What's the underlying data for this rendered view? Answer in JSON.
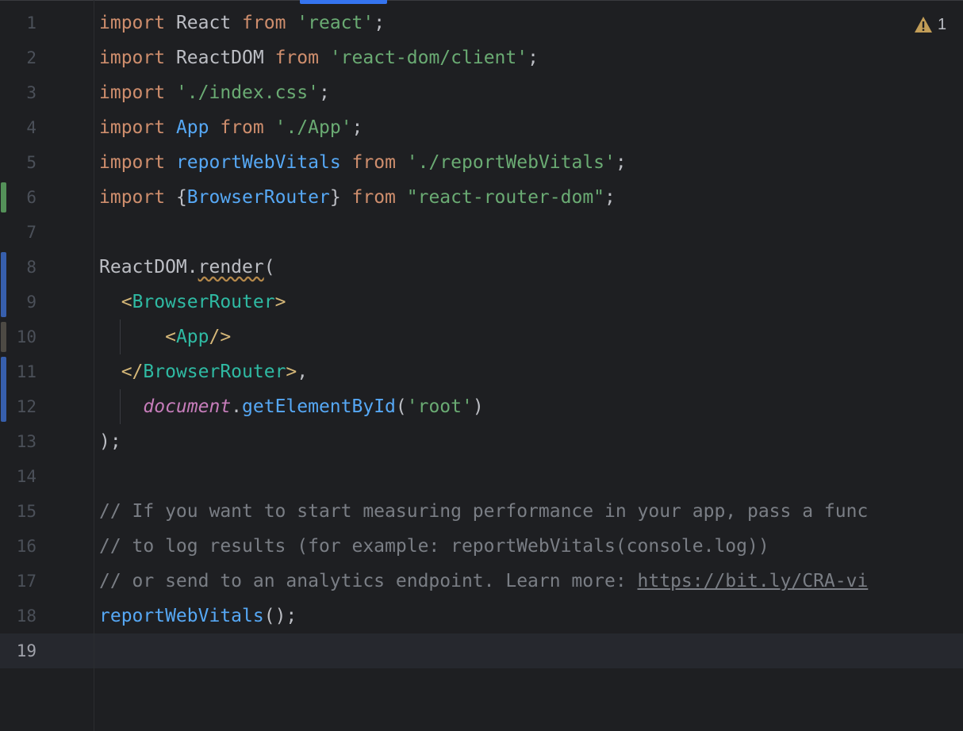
{
  "editor": {
    "warning_count": "1",
    "current_line": "19",
    "accent_color": "#3574f0"
  },
  "lines": [
    {
      "n": "1",
      "segments": [
        [
          "kw",
          "import"
        ],
        [
          "p",
          " React "
        ],
        [
          "kw",
          "from"
        ],
        [
          "p",
          " "
        ],
        [
          "str",
          "'react'"
        ],
        [
          "p",
          ";"
        ]
      ]
    },
    {
      "n": "2",
      "segments": [
        [
          "kw",
          "import"
        ],
        [
          "p",
          " ReactDOM "
        ],
        [
          "kw",
          "from"
        ],
        [
          "p",
          " "
        ],
        [
          "str",
          "'react-dom/client'"
        ],
        [
          "p",
          ";"
        ]
      ]
    },
    {
      "n": "3",
      "segments": [
        [
          "kw",
          "import"
        ],
        [
          "p",
          " "
        ],
        [
          "str",
          "'./index.css'"
        ],
        [
          "p",
          ";"
        ]
      ]
    },
    {
      "n": "4",
      "segments": [
        [
          "kw",
          "import"
        ],
        [
          "p",
          " "
        ],
        [
          "cls",
          "App"
        ],
        [
          "p",
          " "
        ],
        [
          "kw",
          "from"
        ],
        [
          "p",
          " "
        ],
        [
          "str",
          "'./App'"
        ],
        [
          "p",
          ";"
        ]
      ]
    },
    {
      "n": "5",
      "segments": [
        [
          "kw",
          "import"
        ],
        [
          "p",
          " "
        ],
        [
          "cls",
          "reportWebVitals"
        ],
        [
          "p",
          " "
        ],
        [
          "kw",
          "from"
        ],
        [
          "p",
          " "
        ],
        [
          "str",
          "'./reportWebVitals'"
        ],
        [
          "p",
          ";"
        ]
      ]
    },
    {
      "n": "6",
      "segments": [
        [
          "kw",
          "import"
        ],
        [
          "p",
          " {"
        ],
        [
          "cls",
          "BrowserRouter"
        ],
        [
          "p",
          "} "
        ],
        [
          "kw",
          "from"
        ],
        [
          "p",
          " "
        ],
        [
          "str",
          "\"react-router-dom\""
        ],
        [
          "p",
          ";"
        ]
      ]
    },
    {
      "n": "7",
      "segments": []
    },
    {
      "n": "8",
      "segments": [
        [
          "p",
          "ReactDOM."
        ],
        [
          "squiggle",
          "render"
        ],
        [
          "p",
          "("
        ]
      ]
    },
    {
      "n": "9",
      "segments": [
        [
          "p",
          "  "
        ],
        [
          "tag",
          "<"
        ],
        [
          "tagname",
          "BrowserRouter"
        ],
        [
          "tag",
          ">"
        ]
      ]
    },
    {
      "n": "10",
      "segments": [
        [
          "p",
          "      "
        ],
        [
          "tag",
          "<"
        ],
        [
          "tagname",
          "App"
        ],
        [
          "tag",
          "/>"
        ]
      ]
    },
    {
      "n": "11",
      "segments": [
        [
          "p",
          "  "
        ],
        [
          "tag",
          "</"
        ],
        [
          "tagname",
          "BrowserRouter"
        ],
        [
          "tag",
          ">"
        ],
        [
          "p",
          ","
        ]
      ]
    },
    {
      "n": "12",
      "segments": [
        [
          "p",
          "    "
        ],
        [
          "doc",
          "document"
        ],
        [
          "p",
          "."
        ],
        [
          "cls",
          "getElementById"
        ],
        [
          "p",
          "("
        ],
        [
          "str",
          "'root'"
        ],
        [
          "p",
          ")"
        ]
      ]
    },
    {
      "n": "13",
      "segments": [
        [
          "p",
          ");"
        ]
      ]
    },
    {
      "n": "14",
      "segments": []
    },
    {
      "n": "15",
      "segments": [
        [
          "comment",
          "// If you want to start measuring performance in your app, pass a func"
        ]
      ]
    },
    {
      "n": "16",
      "segments": [
        [
          "comment",
          "// to log results (for example: reportWebVitals(console.log))"
        ]
      ]
    },
    {
      "n": "17",
      "segments": [
        [
          "comment",
          "// or send to an analytics endpoint. Learn more: "
        ],
        [
          "link",
          "https://bit.ly/CRA-vi"
        ]
      ]
    },
    {
      "n": "18",
      "segments": [
        [
          "cls",
          "reportWebVitals"
        ],
        [
          "p",
          "();"
        ]
      ]
    },
    {
      "n": "19",
      "segments": []
    }
  ],
  "gutter_markers": [
    {
      "kind": "added",
      "from_line": 6,
      "to_line": 6
    },
    {
      "kind": "modified",
      "from_line": 8,
      "to_line": 9
    },
    {
      "kind": "other",
      "from_line": 10,
      "to_line": 10
    },
    {
      "kind": "modified",
      "from_line": 11,
      "to_line": 12
    }
  ]
}
